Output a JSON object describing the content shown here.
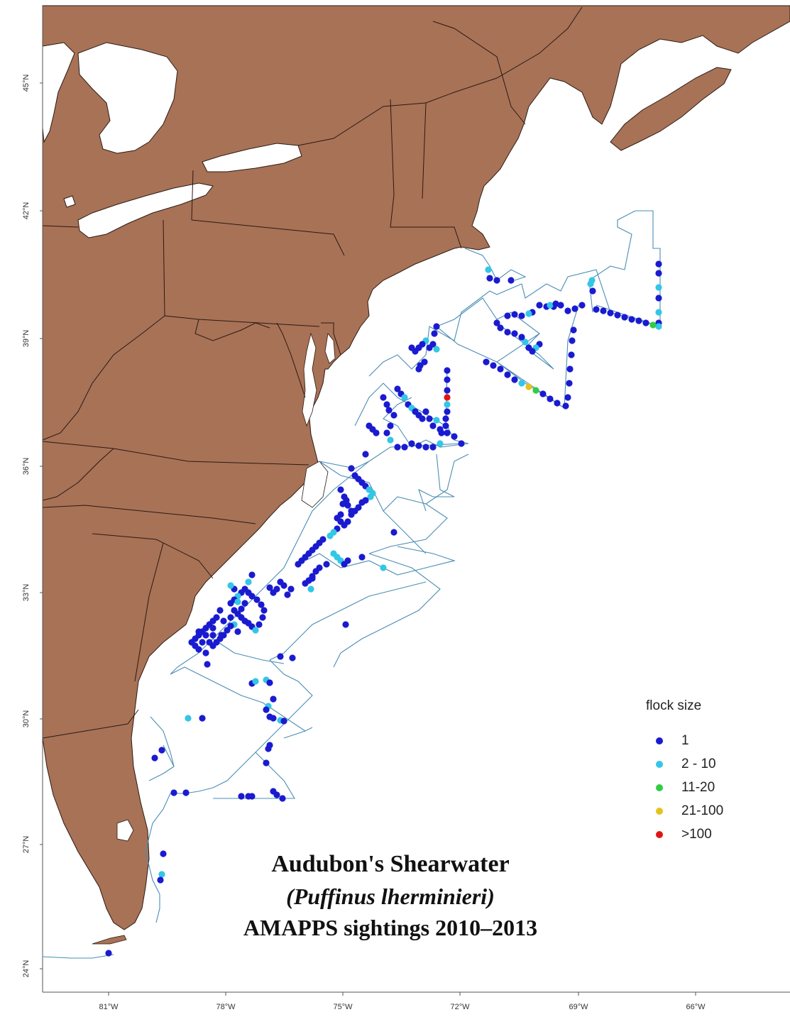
{
  "map": {
    "title": "Audubon's Shearwater",
    "species": "(Puffinus lherminieri)",
    "subtitle": "AMAPPS sightings 2010–2013",
    "land_color": "#a87257",
    "border_color": "#2a1a12",
    "water_color": "#ffffff",
    "track_color": "#4a8db5",
    "lat_ticks": [
      "45°N",
      "42°N",
      "39°N",
      "36°N",
      "33°N",
      "30°N",
      "27°N",
      "24°N"
    ],
    "lon_ticks": [
      "81°W",
      "78°W",
      "75°W",
      "72°W",
      "69°W",
      "66°W"
    ]
  },
  "legend": {
    "title": "flock size",
    "items": [
      {
        "label": "1",
        "color": "#1a1ad0"
      },
      {
        "label": "2 - 10",
        "color": "#33c6e6"
      },
      {
        "label": "11-20",
        "color": "#33cc44"
      },
      {
        "label": "21-100",
        "color": "#e6c21f"
      },
      {
        "label": ">100",
        "color": "#e01414"
      }
    ]
  }
}
